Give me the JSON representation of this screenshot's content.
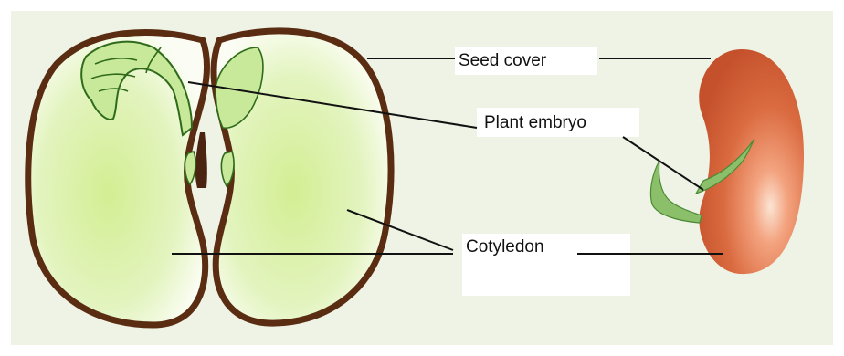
{
  "diagram": {
    "labels": {
      "seed_cover": "Seed cover",
      "plant_embryo": "Plant embryo",
      "cotyledon": "Cotyledon"
    }
  },
  "colors": {
    "background": "#eef3e5",
    "seed_outline": "#5a2c12",
    "cotyledon_fill": "#d9f0a8",
    "embryo_fill": "#c8e89a",
    "embryo_stroke": "#2f6b1a",
    "bean_coat": "#d9653a",
    "sprout": "#8cbf6a",
    "leader_line": "#111111"
  }
}
